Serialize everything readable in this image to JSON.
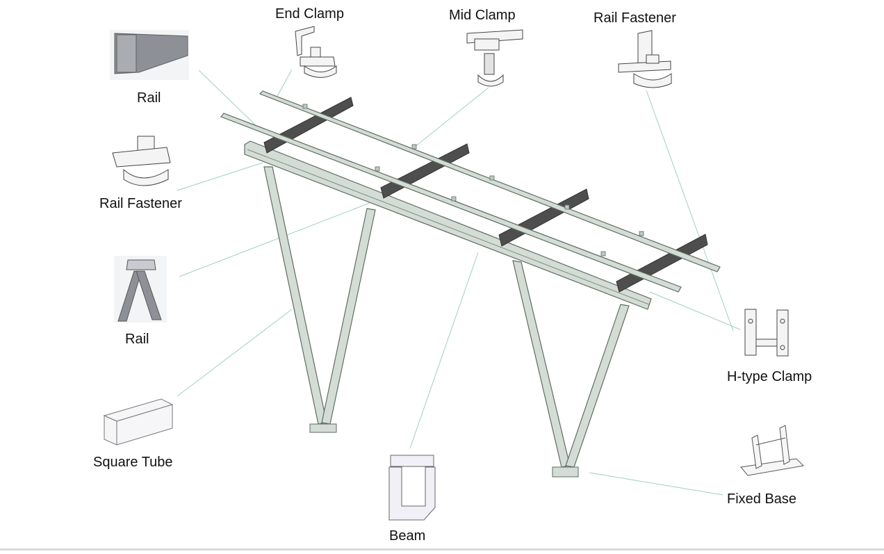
{
  "labels": {
    "end_clamp": "End Clamp",
    "mid_clamp": "Mid Clamp",
    "rail_fastener_top": "Rail Fastener",
    "rail_top": "Rail",
    "rail_fastener_left": "Rail Fastener",
    "rail_left": "Rail",
    "square_tube": "Square Tube",
    "beam": "Beam",
    "h_type_clamp": "H-type Clamp",
    "fixed_base": "Fixed Base"
  },
  "colors": {
    "frame_fill": "#d3ddd5",
    "frame_stroke": "#5f6b62",
    "purlin_fill": "#4e4e4e",
    "leader_line": "#9fcfc0",
    "rail_photo": "#8d9197"
  }
}
